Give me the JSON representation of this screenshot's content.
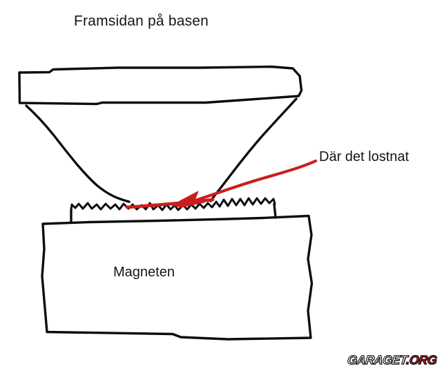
{
  "canvas": {
    "background": "#ffffff",
    "ink": "#0d0d0d",
    "accent_red": "#cc1d1d"
  },
  "labels": {
    "title": "Framsidan på basen",
    "annotation": "Där det lostnat",
    "magnet": "Magneten"
  },
  "watermark": {
    "site": "GARAGET",
    "tld": ".ORG",
    "site_color": "#ffffff",
    "tld_color": "#c1272d",
    "outline_color": "#000000"
  }
}
